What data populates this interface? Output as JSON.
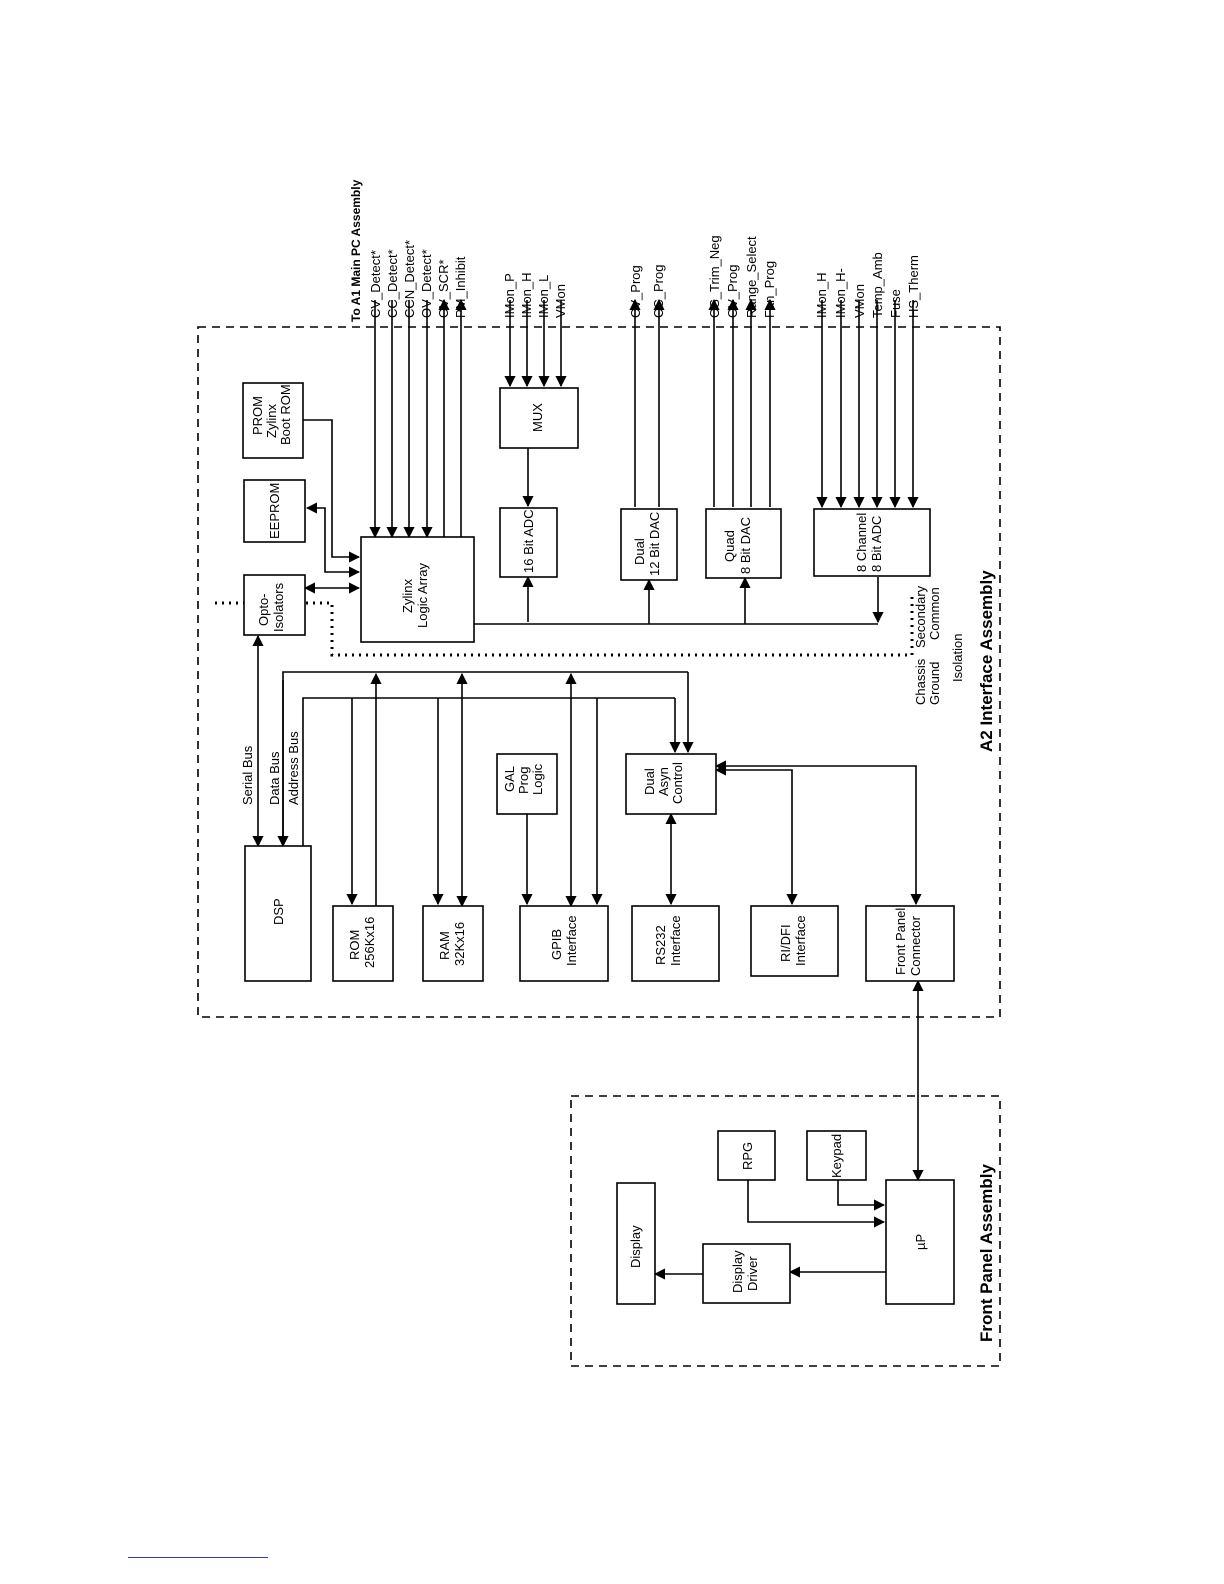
{
  "top_label": "To A1 Main PC Assembly",
  "signal_groups": {
    "zylinx": [
      "CV_Detect*",
      "CC_Detect*",
      "CCN_Detect*",
      "OV_Detect*",
      "OV_SCR*",
      "PM_Inhibit"
    ],
    "mux": [
      "IMon_P",
      "IMon_H",
      "IMon_L",
      "VMon"
    ],
    "dual_dac": [
      "CV_Prog",
      "CC_Prog"
    ],
    "quad_dac": [
      "OS_Trim_Neg",
      "OV_Prog",
      "Range_Select",
      "Fan_Prog"
    ],
    "adc8": [
      "IMon_H",
      "IMon_H-",
      "VMon",
      "Temp_Amb",
      "Fuse",
      "HS_Therm"
    ]
  },
  "blocks": {
    "prom": [
      "PROM",
      "Zylinx",
      "Boot ROM"
    ],
    "eeprom": [
      "EEPROM"
    ],
    "opto": [
      "Opto-",
      "Isolators"
    ],
    "zylinx": [
      "Zylinx",
      "Logic Array"
    ],
    "mux": [
      "MUX"
    ],
    "adc16": [
      "16 Bit ADC"
    ],
    "dual_dac": [
      "Dual",
      "12 Bit DAC"
    ],
    "quad_dac": [
      "Quad",
      "8 Bit DAC"
    ],
    "adc8": [
      "8 Channel",
      "8 Bit ADC"
    ],
    "dsp": [
      "DSP"
    ],
    "rom": [
      "ROM",
      "256Kx16"
    ],
    "ram": [
      "RAM",
      "32Kx16"
    ],
    "gpib": [
      "GPIB",
      "Interface"
    ],
    "gal": [
      "GAL",
      "Prog",
      "Logic"
    ],
    "rs232": [
      "RS232",
      "Interface"
    ],
    "dual_async": [
      "Dual",
      "Asyn",
      "Control"
    ],
    "ridfi": [
      "RI/DFI",
      "Interface"
    ],
    "fp_connector": [
      "Front Panel",
      "Connector"
    ],
    "rpg": [
      "RPG"
    ],
    "keypad": [
      "Keypad"
    ],
    "display": [
      "Display"
    ],
    "display_driver": [
      "Display",
      "Driver"
    ],
    "up": [
      "µP"
    ]
  },
  "bus_labels": {
    "serial": "Serial Bus",
    "data": "Data Bus",
    "address": "Address Bus"
  },
  "isolation": {
    "secondary": "Secondary",
    "common": "Common",
    "chassis": "Chassis",
    "ground": "Ground",
    "isolation": "Isolation"
  },
  "assemblies": {
    "a2": "A2 Interface Assembly",
    "front_panel": "Front Panel Assembly"
  }
}
